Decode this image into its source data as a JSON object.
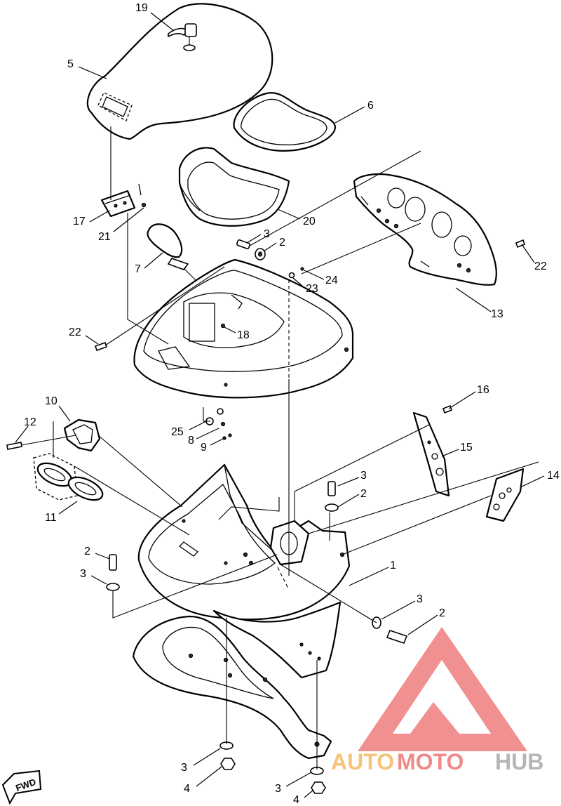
{
  "diagram": {
    "fwd_label": "FWD",
    "watermark": {
      "brand": "AUTOMOTOHUB",
      "part_auto": "AUTO",
      "part_moto": "MOTO",
      "part_hub": "HUB",
      "colors": {
        "logo": "#ef7d7d",
        "auto": "#f5c47a",
        "moto": "#f08a8a",
        "hub": "#b5b5b5"
      }
    },
    "callouts": [
      {
        "id": "c19",
        "label": "19",
        "part": "cover-lock"
      },
      {
        "id": "c5",
        "label": "5",
        "part": "storage-lid"
      },
      {
        "id": "c6",
        "label": "6",
        "part": "lid-seal"
      },
      {
        "id": "c20",
        "label": "20",
        "part": "storage-box"
      },
      {
        "id": "c17",
        "label": "17",
        "part": "hinge"
      },
      {
        "id": "c21",
        "label": "21",
        "part": "hinge-screw"
      },
      {
        "id": "c3a",
        "label": "3",
        "part": "washer"
      },
      {
        "id": "c2a",
        "label": "2",
        "part": "bolt"
      },
      {
        "id": "c7",
        "label": "7",
        "part": "lid-stay"
      },
      {
        "id": "c23",
        "label": "23",
        "part": "grommet"
      },
      {
        "id": "c24",
        "label": "24",
        "part": "screw"
      },
      {
        "id": "c22a",
        "label": "22",
        "part": "screw"
      },
      {
        "id": "c13",
        "label": "13",
        "part": "meter-panel"
      },
      {
        "id": "c22b",
        "label": "22",
        "part": "screw"
      },
      {
        "id": "c18",
        "label": "18",
        "part": "damper"
      },
      {
        "id": "c10",
        "label": "10",
        "part": "vent-cap"
      },
      {
        "id": "c12",
        "label": "12",
        "part": "screw"
      },
      {
        "id": "c25",
        "label": "25",
        "part": "collar"
      },
      {
        "id": "c8",
        "label": "8",
        "part": "washer"
      },
      {
        "id": "c9",
        "label": "9",
        "part": "nut"
      },
      {
        "id": "c16",
        "label": "16",
        "part": "screw"
      },
      {
        "id": "c15",
        "label": "15",
        "part": "bracket"
      },
      {
        "id": "c14",
        "label": "14",
        "part": "bracket"
      },
      {
        "id": "c11",
        "label": "11",
        "part": "gasket"
      },
      {
        "id": "c3b",
        "label": "3",
        "part": "washer"
      },
      {
        "id": "c2b",
        "label": "2",
        "part": "bolt"
      },
      {
        "id": "c2c",
        "label": "2",
        "part": "bolt"
      },
      {
        "id": "c3c",
        "label": "3",
        "part": "washer"
      },
      {
        "id": "c1",
        "label": "1",
        "part": "handle-pole-cover"
      },
      {
        "id": "c3d",
        "label": "3",
        "part": "washer"
      },
      {
        "id": "c2d",
        "label": "2",
        "part": "bolt"
      },
      {
        "id": "c3e",
        "label": "3",
        "part": "washer"
      },
      {
        "id": "c4a",
        "label": "4",
        "part": "nut"
      },
      {
        "id": "c3f",
        "label": "3",
        "part": "washer"
      },
      {
        "id": "c4b",
        "label": "4",
        "part": "nut"
      }
    ]
  }
}
